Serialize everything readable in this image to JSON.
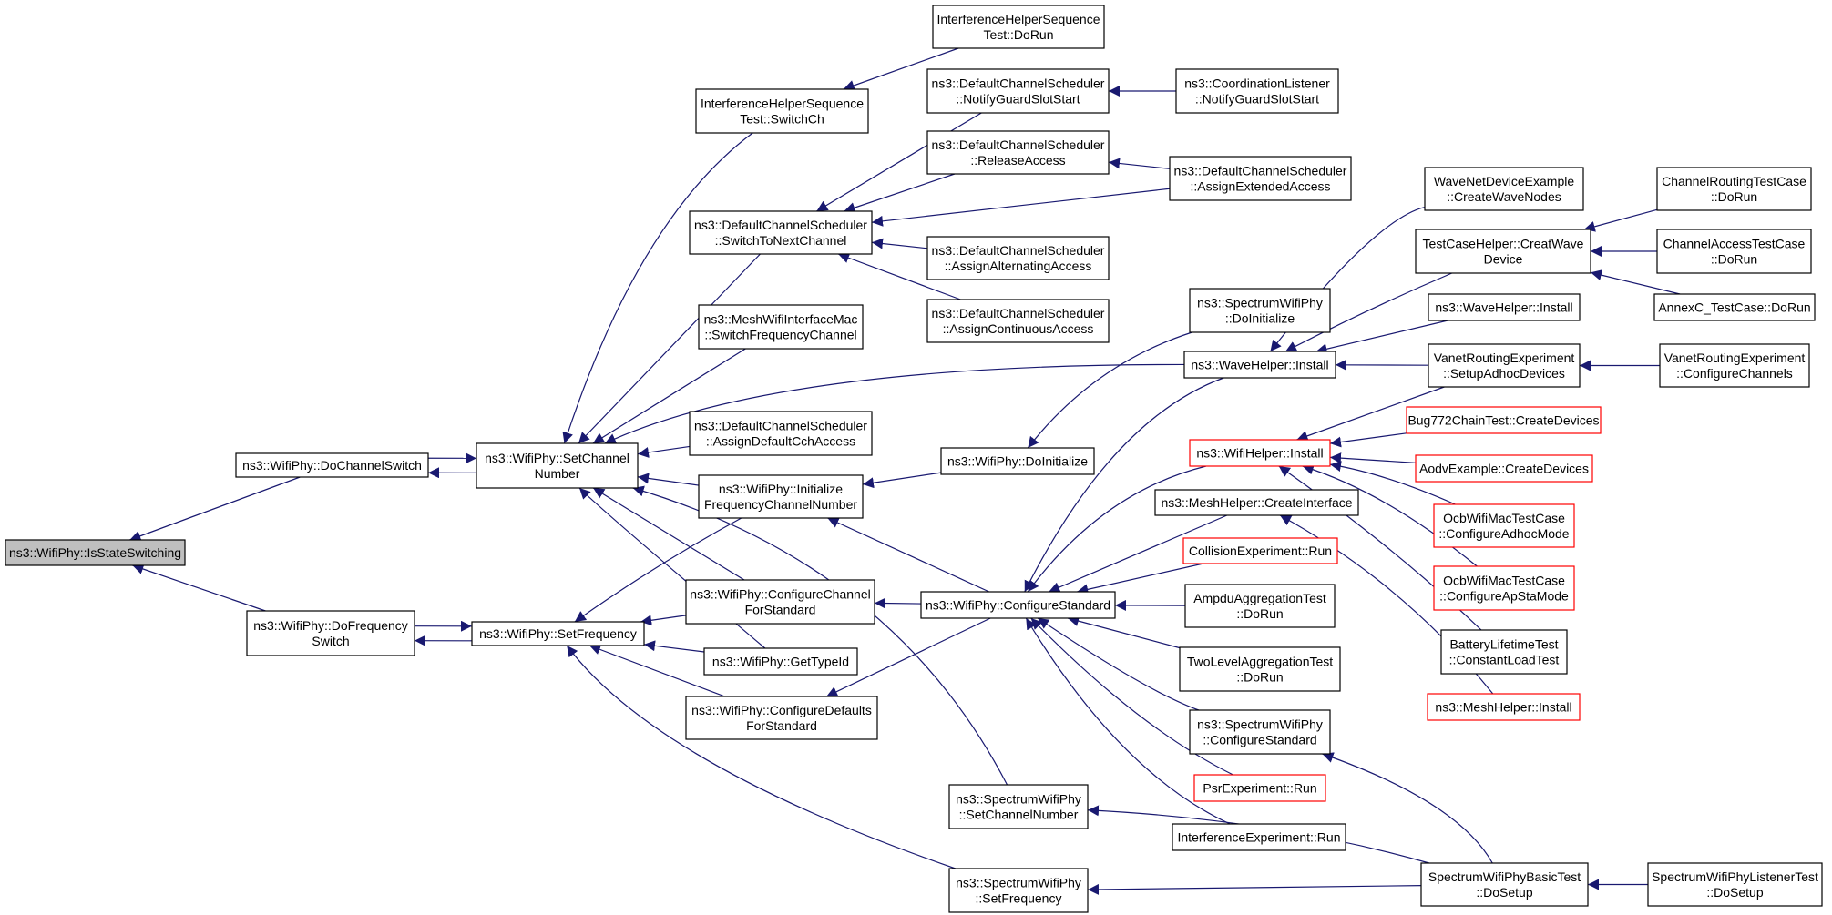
{
  "graph": {
    "edge_color": "#191970",
    "normal_border": "#000000",
    "truncated_border": "#ff0000",
    "root_fill": "#bfbfbf",
    "nodes": [
      {
        "id": "isstate",
        "lines": [
          "ns3::WifiPhy::IsStateSwitching"
        ],
        "style": "root"
      },
      {
        "id": "dochsw",
        "lines": [
          "ns3::WifiPhy::DoChannelSwitch"
        ]
      },
      {
        "id": "dofreqsw",
        "lines": [
          "ns3::WifiPhy::DoFrequency",
          "Switch"
        ]
      },
      {
        "id": "setchnum",
        "lines": [
          "ns3::WifiPhy::SetChannel",
          "Number"
        ]
      },
      {
        "id": "setfreq",
        "lines": [
          "ns3::WifiPhy::SetFrequency"
        ]
      },
      {
        "id": "ihswitch",
        "lines": [
          "InterferenceHelperSequence",
          "Test::SwitchCh"
        ]
      },
      {
        "id": "ihdorun",
        "lines": [
          "InterferenceHelperSequence",
          "Test::DoRun"
        ]
      },
      {
        "id": "dcsnotify",
        "lines": [
          "ns3::DefaultChannelScheduler",
          "::NotifyGuardSlotStart"
        ]
      },
      {
        "id": "coordnotify",
        "lines": [
          "ns3::CoordinationListener",
          "::NotifyGuardSlotStart"
        ]
      },
      {
        "id": "dcsrelease",
        "lines": [
          "ns3::DefaultChannelScheduler",
          "::ReleaseAccess"
        ]
      },
      {
        "id": "dcsextended",
        "lines": [
          "ns3::DefaultChannelScheduler",
          "::AssignExtendedAccess"
        ]
      },
      {
        "id": "dcsswitchnext",
        "lines": [
          "ns3::DefaultChannelScheduler",
          "::SwitchToNextChannel"
        ]
      },
      {
        "id": "dcsalternating",
        "lines": [
          "ns3::DefaultChannelScheduler",
          "::AssignAlternatingAccess"
        ]
      },
      {
        "id": "dcscontinuous",
        "lines": [
          "ns3::DefaultChannelScheduler",
          "::AssignContinuousAccess"
        ]
      },
      {
        "id": "meshswitchfreq",
        "lines": [
          "ns3::MeshWifiInterfaceMac",
          "::SwitchFrequencyChannel"
        ]
      },
      {
        "id": "dcsdefaultcch",
        "lines": [
          "ns3::DefaultChannelScheduler",
          "::AssignDefaultCchAccess"
        ]
      },
      {
        "id": "initfreq",
        "lines": [
          "ns3::WifiPhy::Initialize",
          "FrequencyChannelNumber"
        ]
      },
      {
        "id": "confchan",
        "lines": [
          "ns3::WifiPhy::ConfigureChannel",
          "ForStandard"
        ]
      },
      {
        "id": "gettypeid",
        "lines": [
          "ns3::WifiPhy::GetTypeId"
        ]
      },
      {
        "id": "confdefaults",
        "lines": [
          "ns3::WifiPhy::ConfigureDefaults",
          "ForStandard"
        ]
      },
      {
        "id": "spsetch",
        "lines": [
          "ns3::SpectrumWifiPhy",
          "::SetChannelNumber"
        ]
      },
      {
        "id": "spsetfreq",
        "lines": [
          "ns3::SpectrumWifiPhy",
          "::SetFrequency"
        ]
      },
      {
        "id": "wpdoinit",
        "lines": [
          "ns3::WifiPhy::DoInitialize"
        ]
      },
      {
        "id": "spdoinit",
        "lines": [
          "ns3::SpectrumWifiPhy",
          "::DoInitialize"
        ]
      },
      {
        "id": "wavehelper",
        "lines": [
          "ns3::WaveHelper::Install"
        ]
      },
      {
        "id": "confstd",
        "lines": [
          "ns3::WifiPhy::ConfigureStandard"
        ]
      },
      {
        "id": "wifihelper",
        "lines": [
          "ns3::WifiHelper::Install"
        ],
        "style": "truncated"
      },
      {
        "id": "meshcreate",
        "lines": [
          "ns3::MeshHelper::CreateInterface"
        ]
      },
      {
        "id": "collision",
        "lines": [
          "CollisionExperiment::Run"
        ],
        "style": "truncated"
      },
      {
        "id": "ampdu",
        "lines": [
          "AmpduAggregationTest",
          "::DoRun"
        ]
      },
      {
        "id": "twolevel",
        "lines": [
          "TwoLevelAggregationTest",
          "::DoRun"
        ]
      },
      {
        "id": "spconfstd",
        "lines": [
          "ns3::SpectrumWifiPhy",
          "::ConfigureStandard"
        ]
      },
      {
        "id": "psr",
        "lines": [
          "PsrExperiment::Run"
        ],
        "style": "truncated"
      },
      {
        "id": "interfexp",
        "lines": [
          "InterferenceExperiment::Run"
        ]
      },
      {
        "id": "spbasic",
        "lines": [
          "SpectrumWifiPhyBasicTest",
          "::DoSetup"
        ]
      },
      {
        "id": "splistener",
        "lines": [
          "SpectrumWifiPhyListenerTest",
          "::DoSetup"
        ]
      },
      {
        "id": "wavenetdev",
        "lines": [
          "WaveNetDeviceExample",
          "::CreateWaveNodes"
        ]
      },
      {
        "id": "testcasehelper",
        "lines": [
          "TestCaseHelper::CreatWave",
          "Device"
        ]
      },
      {
        "id": "wavehelper2",
        "lines": [
          "ns3::WaveHelper::Install"
        ]
      },
      {
        "id": "vanetsetup",
        "lines": [
          "VanetRoutingExperiment",
          "::SetupAdhocDevices"
        ]
      },
      {
        "id": "bug772",
        "lines": [
          "Bug772ChainTest::CreateDevices"
        ],
        "style": "truncated"
      },
      {
        "id": "aodv",
        "lines": [
          "AodvExample::CreateDevices"
        ],
        "style": "truncated"
      },
      {
        "id": "ocbadhoc",
        "lines": [
          "OcbWifiMacTestCase",
          "::ConfigureAdhocMode"
        ],
        "style": "truncated"
      },
      {
        "id": "ocbapsta",
        "lines": [
          "OcbWifiMacTestCase",
          "::ConfigureApStaMode"
        ],
        "style": "truncated"
      },
      {
        "id": "battery",
        "lines": [
          "BatteryLifetimeTest",
          "::ConstantLoadTest"
        ]
      },
      {
        "id": "meshinstall",
        "lines": [
          "ns3::MeshHelper::Install"
        ],
        "style": "truncated"
      },
      {
        "id": "chrouting",
        "lines": [
          "ChannelRoutingTestCase",
          "::DoRun"
        ]
      },
      {
        "id": "chaccess",
        "lines": [
          "ChannelAccessTestCase",
          "::DoRun"
        ]
      },
      {
        "id": "annexc",
        "lines": [
          "AnnexC_TestCase::DoRun"
        ]
      },
      {
        "id": "vanetconfig",
        "lines": [
          "VanetRoutingExperiment",
          "::ConfigureChannels"
        ]
      }
    ],
    "edges": [
      [
        "dochsw",
        "isstate"
      ],
      [
        "dofreqsw",
        "isstate"
      ],
      [
        "setchnum",
        "dochsw"
      ],
      [
        "dochsw",
        "setchnum"
      ],
      [
        "setfreq",
        "dofreqsw"
      ],
      [
        "dofreqsw",
        "setfreq"
      ],
      [
        "ihswitch",
        "setchnum"
      ],
      [
        "ihdorun",
        "ihswitch"
      ],
      [
        "dcsswitchnext",
        "setchnum"
      ],
      [
        "dcsnotify",
        "dcsswitchnext"
      ],
      [
        "coordnotify",
        "dcsnotify"
      ],
      [
        "dcsrelease",
        "dcsswitchnext"
      ],
      [
        "dcsextended",
        "dcsrelease"
      ],
      [
        "dcsextended",
        "dcsswitchnext"
      ],
      [
        "dcsalternating",
        "dcsswitchnext"
      ],
      [
        "dcscontinuous",
        "dcsswitchnext"
      ],
      [
        "meshswitchfreq",
        "setchnum"
      ],
      [
        "wavehelper",
        "setchnum"
      ],
      [
        "dcsdefaultcch",
        "setchnum"
      ],
      [
        "initfreq",
        "setchnum"
      ],
      [
        "confchan",
        "setchnum"
      ],
      [
        "gettypeid",
        "setchnum"
      ],
      [
        "spsetch",
        "setchnum"
      ],
      [
        "initfreq",
        "setfreq"
      ],
      [
        "confchan",
        "setfreq"
      ],
      [
        "gettypeid",
        "setfreq"
      ],
      [
        "confdefaults",
        "setfreq"
      ],
      [
        "spsetfreq",
        "setfreq"
      ],
      [
        "wpdoinit",
        "initfreq"
      ],
      [
        "confstd",
        "initfreq"
      ],
      [
        "confstd",
        "confchan"
      ],
      [
        "confstd",
        "confdefaults"
      ],
      [
        "spdoinit",
        "wpdoinit"
      ],
      [
        "wavehelper",
        "confstd"
      ],
      [
        "wifihelper",
        "confstd"
      ],
      [
        "meshcreate",
        "confstd"
      ],
      [
        "collision",
        "confstd"
      ],
      [
        "ampdu",
        "confstd"
      ],
      [
        "twolevel",
        "confstd"
      ],
      [
        "spconfstd",
        "confstd"
      ],
      [
        "psr",
        "confstd"
      ],
      [
        "interfexp",
        "confstd"
      ],
      [
        "spbasic",
        "spsetch"
      ],
      [
        "spbasic",
        "spsetfreq"
      ],
      [
        "spbasic",
        "spconfstd"
      ],
      [
        "splistener",
        "spbasic"
      ],
      [
        "wavenetdev",
        "wavehelper"
      ],
      [
        "testcasehelper",
        "wavehelper"
      ],
      [
        "wavehelper2",
        "wavehelper"
      ],
      [
        "vanetsetup",
        "wavehelper"
      ],
      [
        "vanetsetup",
        "wifihelper"
      ],
      [
        "bug772",
        "wifihelper"
      ],
      [
        "aodv",
        "wifihelper"
      ],
      [
        "ocbadhoc",
        "wifihelper"
      ],
      [
        "ocbapsta",
        "wifihelper"
      ],
      [
        "battery",
        "wifihelper"
      ],
      [
        "meshinstall",
        "meshcreate"
      ],
      [
        "chrouting",
        "testcasehelper"
      ],
      [
        "chaccess",
        "testcasehelper"
      ],
      [
        "annexc",
        "testcasehelper"
      ],
      [
        "vanetconfig",
        "vanetsetup"
      ]
    ]
  }
}
